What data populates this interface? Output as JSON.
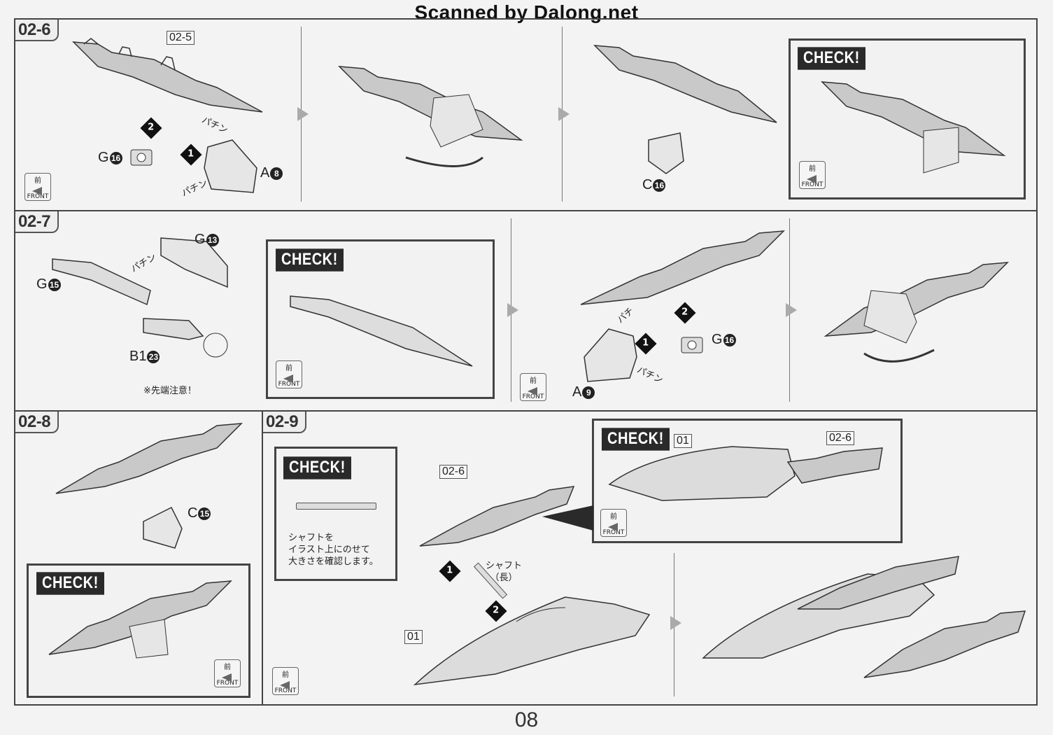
{
  "watermark": "Scanned by Dalong.net",
  "page_number": "08",
  "steps": {
    "s1": "02-6",
    "s2": "02-7",
    "s3": "02-8",
    "s4": "02-9"
  },
  "check_label": "CHECK!",
  "front": {
    "kanji": "前",
    "text": "FRONT"
  },
  "sounds": {
    "snap": "パチン",
    "snap_short": "パチ"
  },
  "step_02_6": {
    "ref": "02-5",
    "parts": {
      "g16": "G",
      "g16n": "16",
      "a8": "A",
      "a8n": "8",
      "c16": "C",
      "c16n": "16"
    },
    "order": [
      "1",
      "2"
    ]
  },
  "step_02_7": {
    "parts": {
      "g13": "G",
      "g13n": "13",
      "g15": "G",
      "g15n": "15",
      "b1": "B1",
      "b1n": "23",
      "g16": "G",
      "g16n": "16",
      "a9": "A",
      "a9n": "9"
    },
    "note": "※先端注意！",
    "order": [
      "1",
      "2"
    ]
  },
  "step_02_8": {
    "parts": {
      "c15": "C",
      "c15n": "15"
    }
  },
  "step_02_9": {
    "check_text": [
      "シャフトを",
      "イラスト上にのせて",
      "大きさを確認します。"
    ],
    "shaft": [
      "シャフト",
      "（長）"
    ],
    "refs": {
      "r01": "01",
      "r026": "02-6"
    },
    "order": [
      "1",
      "2"
    ]
  }
}
